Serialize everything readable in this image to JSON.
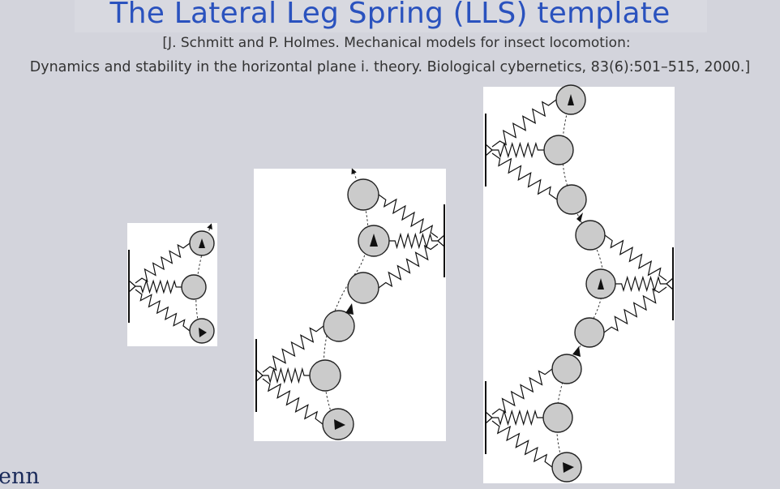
{
  "title": "The Lateral Leg Spring (LLS) template",
  "citation_line1": "[J. Schmitt and P. Holmes. Mechanical models for insect locomotion:",
  "citation_line2": "Dynamics and stability in the horizontal plane i. theory. Biological cybernetics, 83(6):501–515, 2000.]",
  "logo_fragment": "enn",
  "colors": {
    "title": "#2a52be",
    "background": "#d3d4dc",
    "panel": "#ffffff",
    "body_fill": "#cccccc",
    "line": "#111111"
  }
}
